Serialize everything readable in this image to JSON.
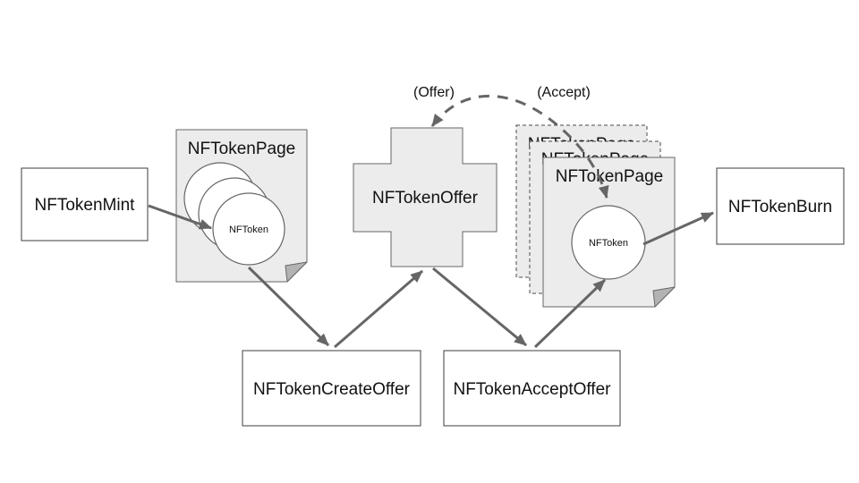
{
  "diagram": {
    "boxes": {
      "mint": "NFTokenMint",
      "create_offer": "NFTokenCreateOffer",
      "accept_offer": "NFTokenAcceptOffer",
      "burn": "NFTokenBurn"
    },
    "left_page": {
      "title": "NFTokenPage",
      "token_label": "NFToken"
    },
    "right_pages": {
      "back_title": "NFTokenPage",
      "middle_title": "NFTokenPage",
      "front_title": "NFTokenPage",
      "token_label": "NFToken"
    },
    "offer_shape": {
      "label": "NFTokenOffer"
    },
    "flow_labels": {
      "offer": "(Offer)",
      "accept": "(Accept)"
    },
    "colors": {
      "background": "#ffffff",
      "shape_fill": "#ececec",
      "shape_stroke": "#666666",
      "box_fill": "#ffffff",
      "box_stroke": "#3d3d3d",
      "arrow": "#666666",
      "fold_fill": "#b3b3b3",
      "text": "#111111"
    }
  }
}
